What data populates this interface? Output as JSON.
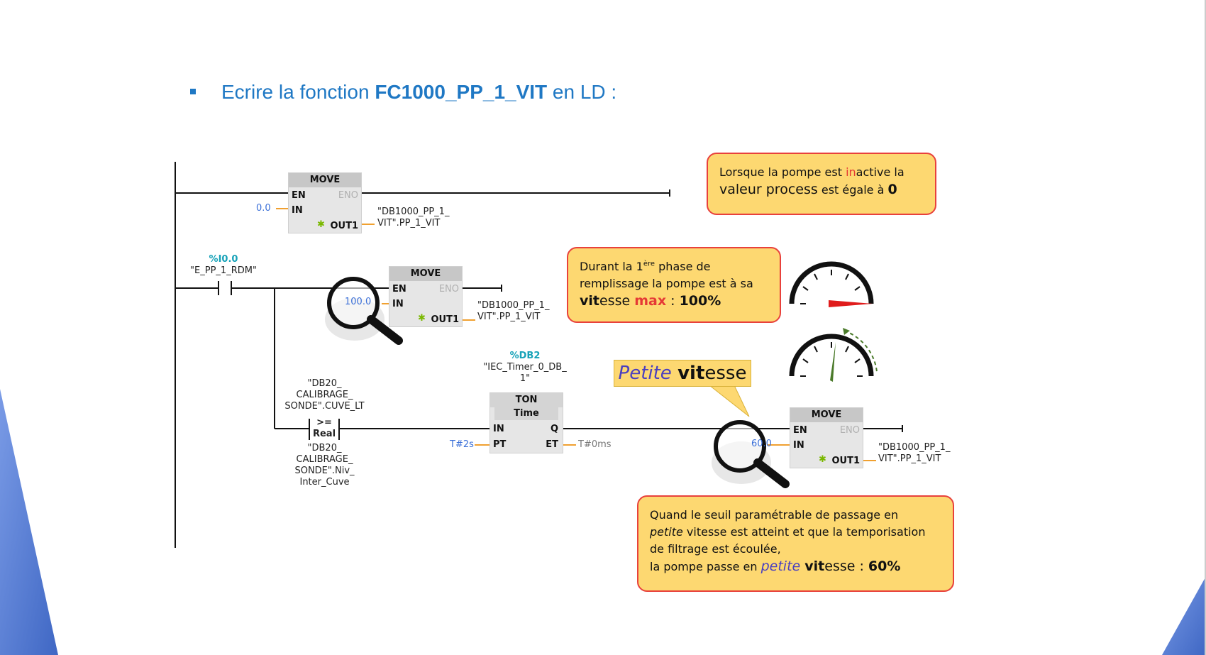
{
  "heading": {
    "prefix": "Ecrire la fonction ",
    "function_name": "FC1000_PP_1_VIT",
    "suffix": " en LD :"
  },
  "network1": {
    "block_title": "MOVE",
    "pin_en": "EN",
    "pin_eno": "ENO",
    "pin_in": "IN",
    "pin_out": "OUT1",
    "in_value": "0.0",
    "out_line1": "\"DB1000_PP_1_",
    "out_line2": "VIT\".PP_1_VIT"
  },
  "network2": {
    "contact_address": "%I0.0",
    "contact_name": "\"E_PP_1_RDM\"",
    "block_title": "MOVE",
    "pin_en": "EN",
    "pin_eno": "ENO",
    "pin_in": "IN",
    "pin_out": "OUT1",
    "in_value": "100.0",
    "out_line1": "\"DB1000_PP_1_",
    "out_line2": "VIT\".PP_1_VIT"
  },
  "compare": {
    "top_line1": "\"DB20_",
    "top_line2": "CALIBRAGE_",
    "top_line3": "SONDE\".CUVE_LT",
    "operator": ">=",
    "type": "Real",
    "bot_line1": "\"DB20_",
    "bot_line2": "CALIBRAGE_",
    "bot_line3": "SONDE\".Niv_",
    "bot_line4": "Inter_Cuve"
  },
  "timer": {
    "db_address": "%DB2",
    "db_line1": "\"IEC_Timer_0_DB_",
    "db_line2": "1\"",
    "block_title": "TON",
    "block_sub": "Time",
    "pin_in": "IN",
    "pin_q": "Q",
    "pin_pt": "PT",
    "pin_et": "ET",
    "pt_value": "T#2s",
    "et_value": "T#0ms"
  },
  "network3": {
    "block_title": "MOVE",
    "pin_en": "EN",
    "pin_eno": "ENO",
    "pin_in": "IN",
    "pin_out": "OUT1",
    "in_value": "60.0",
    "out_line1": "\"DB1000_PP_1_",
    "out_line2": "VIT\".PP_1_VIT"
  },
  "callout_inactive": {
    "t1": "Lorsque la pompe est ",
    "t1_red": "in",
    "t1_end": "active la",
    "t2_big": "valeur process",
    "t2_mid": " est égale à ",
    "t2_bold": "0"
  },
  "callout_max": {
    "l1_a": "Durant la 1",
    "l1_sup": "ère",
    "l1_b": " phase de",
    "l2": "remplissage la pompe est à sa",
    "l3_bold": "vit",
    "l3_a": "esse ",
    "l3_red": "max",
    "l3_b": " : ",
    "l3_pct": "100%"
  },
  "callout_petite": {
    "word_italic": "Petite",
    "space": " ",
    "word_bold": "vit",
    "word_rest": "esse"
  },
  "callout_seuil": {
    "l1": "Quand le seuil paramétrable de passage en",
    "l2_it": "petite",
    "l2_rest": " vitesse est atteint et que la temporisation",
    "l3": "de filtrage est écoulée,",
    "l4_a": "la pompe passe en ",
    "l4_it": "petite",
    "l4_space": " ",
    "l4_bold": "vit",
    "l4_b": "esse : ",
    "l4_pct": "60%"
  },
  "icons": [
    "magnifier-icon",
    "gauge-icon"
  ],
  "colors": {
    "title_blue": "#1f78c4",
    "callout_fill": "#fdd871",
    "callout_border": "#e8413c",
    "tag_teal": "#17a2b8",
    "side_triangle": "#4f78d0"
  }
}
